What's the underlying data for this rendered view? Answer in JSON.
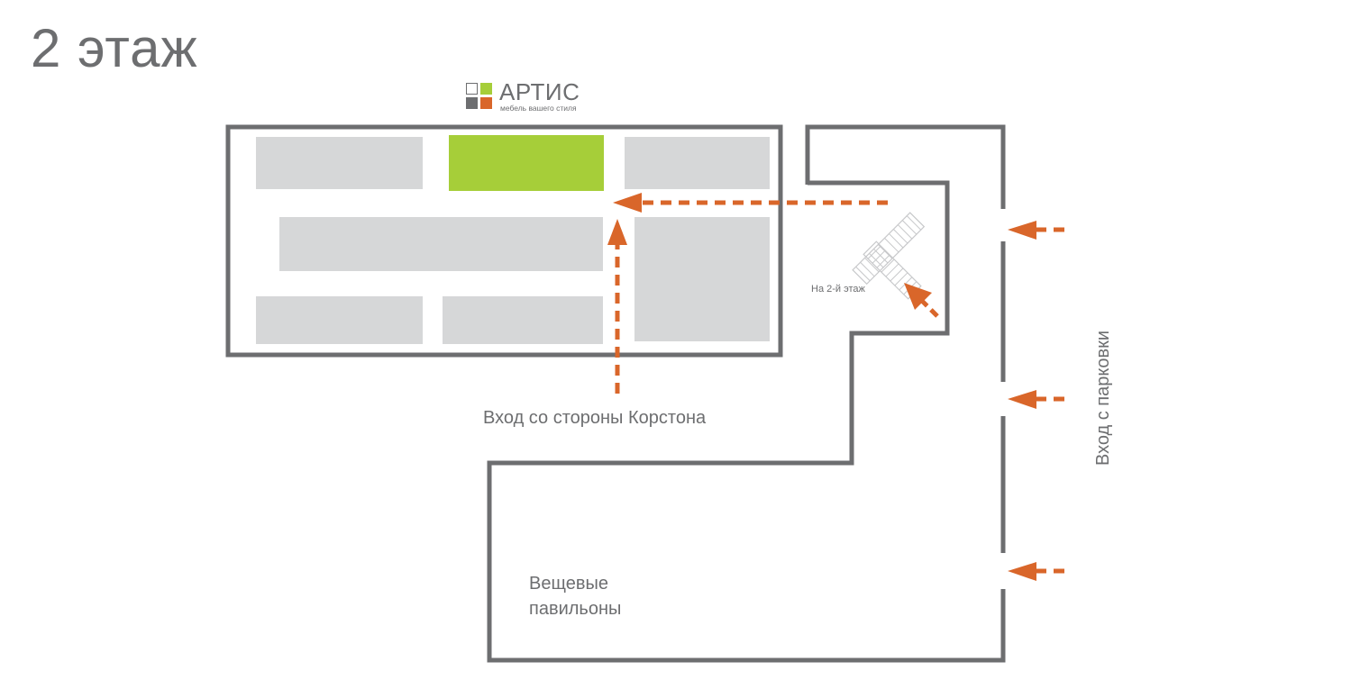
{
  "floor_title": "2 этаж",
  "logo": {
    "name": "АРТИС",
    "tagline": "мебель вашего стиля"
  },
  "labels": {
    "korston_entrance": "Вход со стороны Корстона",
    "pavilions_line1": "Вещевые",
    "pavilions_line2": "павильоны",
    "parking_entrance": "Вход с парковки",
    "to_second_floor": "На 2-й этаж"
  },
  "colors": {
    "wall": "#6d6e70",
    "shop": "#d6d7d8",
    "highlight_shop": "#a6ce39",
    "arrow": "#d9662a",
    "logo_white": "#ffffff",
    "logo_green": "#a6ce39",
    "logo_gray": "#6d6e70",
    "logo_orange": "#d9662a"
  },
  "highlighted_store": "АРТИС"
}
